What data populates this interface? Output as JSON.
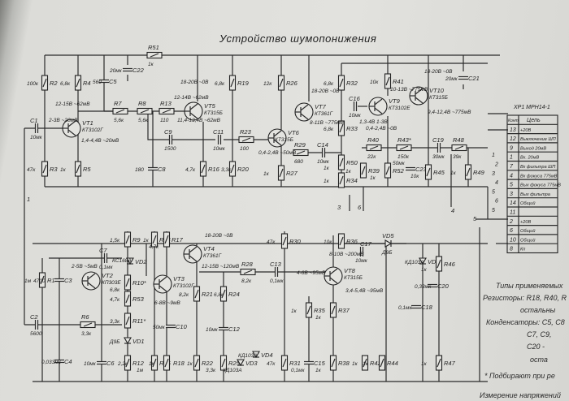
{
  "title": "Устройство шумопонижения",
  "components": {
    "R51": {
      "ref": "R51",
      "value": "1к"
    },
    "C22": {
      "ref": "C22",
      "value": "20мк"
    },
    "C5": {
      "ref": "C5",
      "value": "560"
    },
    "R2": {
      "ref": "R2",
      "value": "100к"
    },
    "R3": {
      "ref": "R3",
      "value": "47к"
    },
    "R4": {
      "ref": "R4",
      "value": "6,8к"
    },
    "R5": {
      "ref": "R5",
      "value": "1к"
    },
    "VT1": {
      "ref": "VT1",
      "value": "КТ3102Г"
    },
    "C1": {
      "ref": "C1",
      "value": "10мк"
    },
    "R7": {
      "ref": "R7",
      "value": "5,6к"
    },
    "R8": {
      "ref": "R8",
      "value": "5,6к"
    },
    "R13": {
      "ref": "R13",
      "value": "110"
    },
    "C9": {
      "ref": "C9",
      "value": "1500"
    },
    "C8": {
      "ref": "C8",
      "value": "180"
    },
    "VT5": {
      "ref": "VT5",
      "value": "КТ315Б"
    },
    "R16": {
      "ref": "R16",
      "value": "4,7к"
    },
    "R19": {
      "ref": "R19",
      "value": "6,8к"
    },
    "R20": {
      "ref": "R20",
      "value": "3,3к"
    },
    "C11": {
      "ref": "C11",
      "value": "10мк"
    },
    "R23": {
      "ref": "R23",
      "value": "100"
    },
    "R26": {
      "ref": "R26",
      "value": "12к"
    },
    "VT6": {
      "ref": "VT6",
      "value": "КТ315Б"
    },
    "VT7": {
      "ref": "VT7",
      "value": "КТ361Г"
    },
    "R29": {
      "ref": "R29",
      "value": "680"
    },
    "C14": {
      "ref": "C14",
      "value": "10мк"
    },
    "R27": {
      "ref": "R27",
      "value": "1к"
    },
    "R32": {
      "ref": "R32",
      "value": "6,8к"
    },
    "R33": {
      "ref": "R33",
      "value": "6,8к"
    },
    "R50": {
      "ref": "R50",
      "value": "1к"
    },
    "R34": {
      "ref": "R34",
      "value": "1к"
    },
    "C16": {
      "ref": "C16",
      "value": "10мк"
    },
    "VT9": {
      "ref": "VT9",
      "value": "КТ3102Е"
    },
    "R41": {
      "ref": "R41",
      "value": "10к"
    },
    "VT10": {
      "ref": "VT10",
      "value": "КТ315Б"
    },
    "C21": {
      "ref": "C21",
      "value": "20мк"
    },
    "R40": {
      "ref": "R40",
      "value": "22к"
    },
    "R43": {
      "ref": "R43*",
      "value": "150к"
    },
    "C19": {
      "ref": "C19",
      "value": "30мк"
    },
    "R48": {
      "ref": "R48",
      "value": "39к"
    },
    "R39": {
      "ref": "R39",
      "value": "1к"
    },
    "R52": {
      "ref": "R52",
      "value": "1к"
    },
    "C23": {
      "ref": "C23",
      "value": "50мк"
    },
    "R45": {
      "ref": "R45",
      "value": "10к"
    },
    "R49": {
      "ref": "R49",
      "value": "1к"
    },
    "C7": {
      "ref": "C7",
      "value": "0,1мк"
    },
    "R1": {
      "ref": "R1",
      "value": "1м"
    },
    "C3": {
      "ref": "C3",
      "value": "4700"
    },
    "VT2": {
      "ref": "VT2",
      "value": "КП303Е"
    },
    "C2": {
      "ref": "C2",
      "value": "5600"
    },
    "R6": {
      "ref": "R6",
      "value": "3,3к"
    },
    "C4": {
      "ref": "C4",
      "value": "0,033мк"
    },
    "C6": {
      "ref": "C6",
      "value": "10мк"
    },
    "R9": {
      "ref": "R9",
      "value": "1,5к"
    },
    "VD2": {
      "ref": "VD2",
      "value": "КС168А"
    },
    "R10": {
      "ref": "R10*",
      "value": "6,8к"
    },
    "R53": {
      "ref": "R53",
      "value": "4,7к"
    },
    "R11": {
      "ref": "R11*",
      "value": "3,3к"
    },
    "VD1": {
      "ref": "VD1",
      "value": "Д9Б"
    },
    "R12": {
      "ref": "R12",
      "value": "2,2к"
    },
    "R14": {
      "ref": "R14",
      "value": "1к"
    },
    "R17": {
      "ref": "R17",
      "value": "4,7к"
    },
    "R15": {
      "ref": "R15",
      "value": "1м"
    },
    "R18": {
      "ref": "R18",
      "value": "1к"
    },
    "VT4": {
      "ref": "VT4",
      "value": "КТ361Г"
    },
    "VT3": {
      "ref": "VT3",
      "value": "КТ3102Г"
    },
    "C10": {
      "ref": "C10",
      "value": "50мк"
    },
    "R21": {
      "ref": "R21",
      "value": "8,2к"
    },
    "R22": {
      "ref": "R22",
      "value": "1к"
    },
    "R28": {
      "ref": "R28",
      "value": "8,2к"
    },
    "C13": {
      "ref": "C13",
      "value": "0,1мк"
    },
    "R24": {
      "ref": "R24",
      "value": "6,8к"
    },
    "C12": {
      "ref": "C12",
      "value": "10мк"
    },
    "R25": {
      "ref": "R25",
      "value": "3,3к"
    },
    "VD3": {
      "ref": "VD3",
      "value": "КД103А"
    },
    "VD4": {
      "ref": "VD4",
      "value": "КД103А"
    },
    "R30": {
      "ref": "R30",
      "value": "47к"
    },
    "R31": {
      "ref": "R31",
      "value": "47к"
    },
    "R36": {
      "ref": "R36",
      "value": "10к"
    },
    "C17": {
      "ref": "C17",
      "value": "10мк"
    },
    "VT8": {
      "ref": "VT8",
      "value": "КТ315Б"
    },
    "R35": {
      "ref": "R35",
      "value": "1к"
    },
    "R37": {
      "ref": "R37",
      "value": "1к"
    },
    "C15": {
      "ref": "C15",
      "value": "0,1мк"
    },
    "R38": {
      "ref": "R38",
      "value": "1к"
    },
    "VD5": {
      "ref": "VD5",
      "value": "Д9Б"
    },
    "VD6": {
      "ref": "VD6",
      "value": "КД103А"
    },
    "C20": {
      "ref": "C20",
      "value": "0,33мк"
    },
    "C18": {
      "ref": "C18",
      "value": "0,1мк"
    },
    "R42": {
      "ref": "R42",
      "value": "1к"
    },
    "R44": {
      "ref": "R44",
      "value": "1к"
    },
    "R46": {
      "ref": "R46",
      "value": "1к"
    },
    "R47": {
      "ref": "R47",
      "value": "1к"
    }
  },
  "voltages": {
    "vt1_c": "12-15В ~62мВ",
    "vt1_b": "2-3В ~20мВ",
    "vt1_e": "1,4-4,4В ~20мВ",
    "vt5_c": "18-20В ~0В",
    "vt5_b": "12-14В ~62мВ",
    "vt5_e": "11,4-13,4В ~62мВ",
    "vt7_c": "18-20В ~0В",
    "vt7_e": "8-11В ~775мВ",
    "vt6": "0,4-2,4В ~50мВ",
    "vt9_b": "1,3-4В 1-3В",
    "vt9_e": "0,4-2,4В ~0В",
    "vt10_c": "18-20В ~0В",
    "vt10_b": "10-13В ~775мВ",
    "vt10_e": "9,4-12,4В ~775мВ",
    "vt2": "2-5В ~5мВ",
    "vt4_c": "18-20В ~0В",
    "vt4_b": "12-15В ~120мВ",
    "vt3": "6-8В ~9мВ",
    "vt8_c": "8-10В ~200мВ",
    "vt8_b": "4-6В ~95мВ",
    "vt8_e": "3,4-5,4В ~95мВ"
  },
  "nets": [
    "1",
    "3",
    "6",
    "4",
    "5"
  ],
  "connector": {
    "title": "ХР1 МРН14-1",
    "col_contact": "Конт",
    "col_circuit": "Цепь",
    "rows": [
      {
        "pin": "13",
        "net": "+20В"
      },
      {
        "pin": "12",
        "net": "Выключение ШП"
      },
      {
        "pin": "9",
        "net": "Выход 20мВ"
      },
      {
        "pin": "1",
        "net": "Вх. 20мВ"
      },
      {
        "pin": "7",
        "net": "Вх фильтра ШП"
      },
      {
        "pin": "4",
        "net": "Вх фокуса 775мВ"
      },
      {
        "pin": "5",
        "net": "Вых фокуса 775мВ"
      },
      {
        "pin": "3",
        "net": "Вых фильтра"
      },
      {
        "pin": "14",
        "net": "Общий"
      },
      {
        "pin": "11",
        "net": ""
      },
      {
        "pin": "2",
        "net": "+20В"
      },
      {
        "pin": "6",
        "net": "Общий"
      },
      {
        "pin": "10",
        "net": "Общий"
      },
      {
        "pin": "8",
        "net": "Кп"
      }
    ],
    "wire_nums": [
      "1",
      "2",
      "3",
      "4",
      "5",
      "6",
      "5"
    ]
  },
  "notes": [
    "Типы применяемых",
    "Резисторы: R18, R40, R",
    "остальны",
    "Конденсаторы: С5, С8",
    "С7, С9,",
    "С20 -",
    "оста",
    "* Подбирают при ре",
    "Измерение напряжений"
  ]
}
